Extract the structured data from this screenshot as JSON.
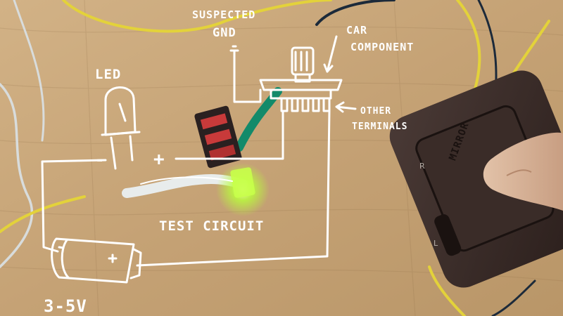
{
  "labels": {
    "suspected_gnd_line1": "SUSPECTED",
    "suspected_gnd_line2": "GND",
    "car_component_line1": "CAR",
    "car_component_line2": "COMPONENT",
    "led": "LED",
    "other_terminals_line1": "OTHER",
    "other_terminals_line2": "TERMINALS",
    "test_circuit": "TEST CIRCUIT",
    "voltage": "3-5V",
    "plus": "+",
    "minus": "-"
  },
  "switch_text": {
    "mirror": "MIRROR",
    "r": "R",
    "l": "L"
  },
  "colors": {
    "wood": "#c8a77c",
    "sketch": "#ffffff",
    "wire_yellow": "#e3d23a",
    "wire_green": "#138a6a",
    "wire_black": "#1c2a3a",
    "led_glow": "#b8ff3a",
    "connector_red": "#c83a3a",
    "switch_body": "#3a2a26"
  },
  "icons": {
    "battery": "battery-icon",
    "led": "led-icon",
    "ground": "ground-symbol-icon",
    "arrow": "arrow-icon"
  }
}
